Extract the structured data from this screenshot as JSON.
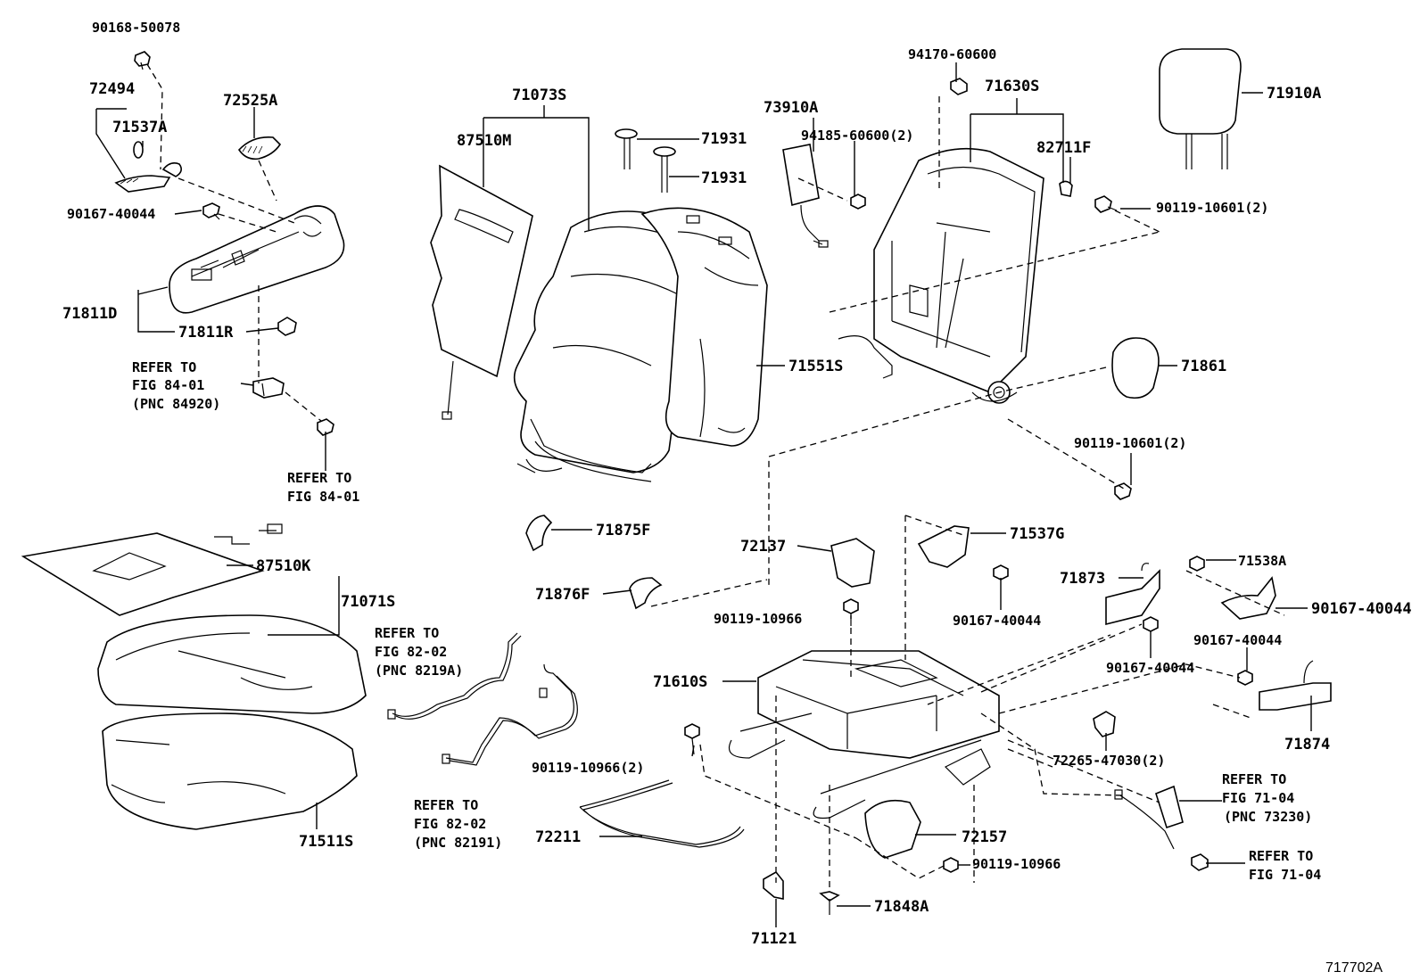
{
  "figure_id": "717702A",
  "labels": [
    {
      "id": "p90168_50078",
      "text": "90168-50078"
    },
    {
      "id": "p72494",
      "text": "72494"
    },
    {
      "id": "p71537A",
      "text": "71537A"
    },
    {
      "id": "p72525A",
      "text": "72525A"
    },
    {
      "id": "p90167_40044_a",
      "text": "90167-40044"
    },
    {
      "id": "p71811D",
      "text": "71811D"
    },
    {
      "id": "p71811R",
      "text": "71811R"
    },
    {
      "id": "ref_84_01_a_1",
      "text": "REFER TO"
    },
    {
      "id": "ref_84_01_a_2",
      "text": "FIG 84-01"
    },
    {
      "id": "ref_84_01_a_3",
      "text": "(PNC 84920)"
    },
    {
      "id": "ref_84_01_b_1",
      "text": "REFER TO"
    },
    {
      "id": "ref_84_01_b_2",
      "text": "FIG 84-01"
    },
    {
      "id": "p71073S",
      "text": "71073S"
    },
    {
      "id": "p87510M",
      "text": "87510M"
    },
    {
      "id": "p71931_a",
      "text": "71931"
    },
    {
      "id": "p71931_b",
      "text": "71931"
    },
    {
      "id": "p73910A",
      "text": "73910A"
    },
    {
      "id": "p94185_60600",
      "text": "94185-60600(2)"
    },
    {
      "id": "p94170_60600",
      "text": "94170-60600"
    },
    {
      "id": "p71630S",
      "text": "71630S"
    },
    {
      "id": "p82711F",
      "text": "82711F"
    },
    {
      "id": "p71910A",
      "text": "71910A"
    },
    {
      "id": "p90119_10601_a",
      "text": "90119-10601(2)"
    },
    {
      "id": "p71551S",
      "text": "71551S"
    },
    {
      "id": "p71861",
      "text": "71861"
    },
    {
      "id": "p90119_10601_b",
      "text": "90119-10601(2)"
    },
    {
      "id": "p71875F",
      "text": "71875F"
    },
    {
      "id": "p71876F",
      "text": "71876F"
    },
    {
      "id": "p72137",
      "text": "72137"
    },
    {
      "id": "p90119_10966_a",
      "text": "90119-10966"
    },
    {
      "id": "p71537G",
      "text": "71537G"
    },
    {
      "id": "p90167_40044_b",
      "text": "90167-40044"
    },
    {
      "id": "p71873",
      "text": "71873"
    },
    {
      "id": "p90167_40044_c",
      "text": "90167-40044"
    },
    {
      "id": "p71538A",
      "text": "71538A"
    },
    {
      "id": "p90167_40044_d",
      "text": "90167-40044"
    },
    {
      "id": "p90167_40044_e",
      "text": "90167-40044"
    },
    {
      "id": "p71874",
      "text": "71874"
    },
    {
      "id": "p87510K",
      "text": "87510K"
    },
    {
      "id": "p71071S",
      "text": "71071S"
    },
    {
      "id": "p71511S",
      "text": "71511S"
    },
    {
      "id": "ref_82_02_a_1",
      "text": "REFER TO"
    },
    {
      "id": "ref_82_02_a_2",
      "text": "FIG 82-02"
    },
    {
      "id": "ref_82_02_a_3",
      "text": "(PNC 8219A)"
    },
    {
      "id": "ref_82_02_b_1",
      "text": "REFER TO"
    },
    {
      "id": "ref_82_02_b_2",
      "text": "FIG 82-02"
    },
    {
      "id": "ref_82_02_b_3",
      "text": "(PNC 82191)"
    },
    {
      "id": "p71610S",
      "text": "71610S"
    },
    {
      "id": "p90119_10966_b",
      "text": "90119-10966(2)"
    },
    {
      "id": "p72211",
      "text": "72211"
    },
    {
      "id": "p72265_47030",
      "text": "72265-47030(2)"
    },
    {
      "id": "ref_71_04_a_1",
      "text": "REFER TO"
    },
    {
      "id": "ref_71_04_a_2",
      "text": "FIG 71-04"
    },
    {
      "id": "ref_71_04_a_3",
      "text": "(PNC 73230)"
    },
    {
      "id": "ref_71_04_b_1",
      "text": "REFER TO"
    },
    {
      "id": "ref_71_04_b_2",
      "text": "FIG 71-04"
    },
    {
      "id": "p72157",
      "text": "72157"
    },
    {
      "id": "p90119_10966_c",
      "text": "90119-10966"
    },
    {
      "id": "p71848A",
      "text": "71848A"
    },
    {
      "id": "p71121",
      "text": "71121"
    }
  ]
}
